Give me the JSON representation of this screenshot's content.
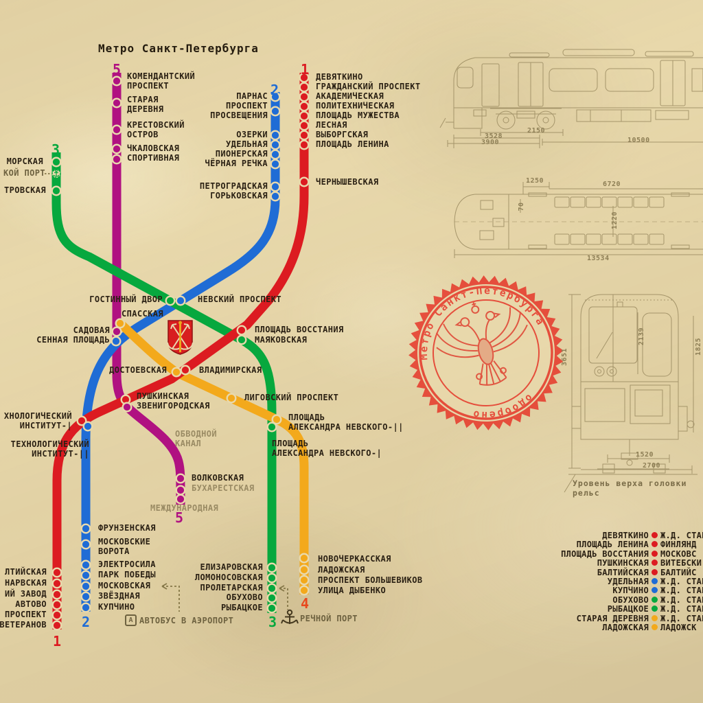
{
  "title": "Метро Санкт-Петербурга",
  "colors": {
    "line1": "#dc1b21",
    "line2": "#1f6cd5",
    "line3": "#07a83e",
    "line4": "#f3a91c",
    "line5": "#b01181",
    "paper": "#e8d8ab",
    "ink": "#2b2114",
    "muted": "#9a8b64",
    "note": "#6e6240",
    "stamp": "#e6392b",
    "blueprint": "#96865c"
  },
  "badges": {
    "top5": "5",
    "top2": "2",
    "top1": "1",
    "top3": "3",
    "bot1": "1",
    "bot2": "2",
    "bot5": "5",
    "bot3": "3",
    "bot4": "4"
  },
  "st": {
    "l5top": [
      "КОМЕНДАНТСКИЙ\nПРОСПЕКТ",
      "СТАРАЯ\nДЕРЕВНЯ",
      "КРЕСТОВСКИЙ\nОСТРОВ",
      "ЧКАЛОВСКАЯ",
      "СПОРТИВНАЯ"
    ],
    "l2top": [
      "ПАРНАС",
      "ПРОСПЕКТ\nПРОСВЕЩЕНИЯ",
      "ОЗЕРКИ",
      "УДЕЛЬНАЯ",
      "ПИОНЕРСКАЯ",
      "ЧЁРНАЯ РЕЧКА",
      "ПЕТРОГРАДСКАЯ",
      "ГОРЬКОВСКАЯ"
    ],
    "l1top": [
      "ДЕВЯТКИНО",
      "ГРАЖДАНСКИЙ ПРОСПЕКТ",
      "АКАДЕМИЧЕСКАЯ",
      "ПОЛИТЕХНИЧЕСКАЯ",
      "ПЛОЩАДЬ МУЖЕСТВА",
      "ЛЕСНАЯ",
      "ВЫБОРГСКАЯ",
      "ПЛОЩАДЬ ЛЕНИНА",
      "ЧЕРНЫШЕВСКАЯ"
    ],
    "l3top": [
      "МОРСКАЯ",
      "КОЙ ПОРТ",
      "ТРОВСКАЯ"
    ],
    "center": {
      "gostiny": "ГОСТИННЫЙ ДВОР",
      "nevsky": "НЕВСКИЙ ПРОСПЕКТ",
      "spasskaya": "СПАССКАЯ",
      "sadovaya": "САДОВАЯ",
      "sennaya": "СЕННАЯ ПЛОЩАДЬ",
      "vosstaniya": "ПЛОЩАДЬ ВОССТАНИЯ",
      "mayakovskaya": "МАЯКОВСКАЯ",
      "dostoevskaya": "ДОСТОЕВСКАЯ",
      "vladimirskaya": "ВЛАДИМИРСКАЯ",
      "pushkinskaya": "ПУШКИНСКАЯ",
      "zvenigorodskaya": "ЗВЕНИГОРОДСКАЯ",
      "ligovsky": "ЛИГОВСКИЙ ПРОСПЕКТ",
      "nevskogo2": "ПЛОЩАДЬ\nАЛЕКСАНДРА НЕВСКОГО-||",
      "nevskogo1": "ПЛОЩАДЬ\nАЛЕКСАНДРА НЕВСКОГО-|",
      "tech1": "ХНОЛОГИЧЕСКИЙ\nИНСТИТУТ-|",
      "tech2": "ТЕХНОЛОГИЧЕСКИЙ\nИНСТИТУТ-||",
      "obvodny": "ОБВОДНОЙ\nКАНАЛ",
      "volkovskaya": "ВОЛКОВСКАЯ",
      "bukharestskaya": "БУХАРЕСТСКАЯ",
      "mezhdunarodnaya": "МЕЖДУНАРОДНАЯ"
    },
    "l2bot": [
      "ФРУНЗЕНСКАЯ",
      "МОСКОВСКИЕ\nВОРОТА",
      "ЭЛЕКТРОСИЛА",
      "ПАРК ПОБЕДЫ",
      "МОСКОВСКАЯ",
      "ЗВЁЗДНАЯ",
      "КУПЧИНО"
    ],
    "l1bot": [
      "ЛТИЙСКАЯ",
      "НАРВСКАЯ",
      "ИЙ ЗАВОД",
      "АВТОВО",
      "ПРОСПЕКТ",
      "ВЕТЕРАНОВ"
    ],
    "l3bot": [
      "ЕЛИЗАРОВСКАЯ",
      "ЛОМОНОСОВСКАЯ",
      "ПРОЛЕТАРСКАЯ",
      "ОБУХОВО",
      "РЫБАЦКОЕ"
    ],
    "l4bot": [
      "НОВОЧЕРКАССКАЯ",
      "ЛАДОЖСКАЯ",
      "ПРОСПЕКТ БОЛЬШЕВИКОВ",
      "УЛИЦА ДЫБЕНКО"
    ]
  },
  "notes": {
    "bus_icon": "А",
    "bus": "АВТОБУС В АЭРОПОРТ",
    "river_port": "РЕЧНОЙ ПОРТ"
  },
  "stamp": {
    "arc_text": "Метро Санкт-Петербурга",
    "bottom_text": "одобрено"
  },
  "blueprint": {
    "side": {
      "d_2150": "2150",
      "d_3528": "3528",
      "d_3900": "3900",
      "d_10500": "10500"
    },
    "plan": {
      "d_1250": "1250",
      "d_6720": "6720",
      "d_70": "70",
      "d_1220": "1220",
      "d_13534": "13534"
    },
    "front": {
      "d_3651": "3651",
      "d_2139": "2139",
      "d_1825": "1825",
      "d_1520": "1520",
      "d_2700": "2700",
      "caption": "Уровень верха головки рельс"
    }
  },
  "rail_legend": [
    {
      "station": "ДЕВЯТКИНО",
      "connection": "Ж.Д. СТАН"
    },
    {
      "station": "ПЛОЩАДЬ ЛЕНИНА",
      "connection": "ФИНЛЯНД"
    },
    {
      "station": "ПЛОЩАДЬ ВОССТАНИЯ",
      "connection": "МОСКОВС"
    },
    {
      "station": "ПУШКИНСКАЯ",
      "connection": "ВИТЕБСКИ"
    },
    {
      "station": "БАЛТИЙСКАЯ",
      "connection": "БАЛТИЙС"
    },
    {
      "station": "УДЕЛЬНАЯ",
      "connection": "Ж.Д. СТАН"
    },
    {
      "station": "КУПЧИНО",
      "connection": "Ж.Д. СТАН"
    },
    {
      "station": "ОБУХОВО",
      "connection": "Ж.Д. СТАН"
    },
    {
      "station": "РЫБАЦКОЕ",
      "connection": "Ж.Д. СТАН"
    },
    {
      "station": "СТАРАЯ ДЕРЕВНЯ",
      "connection": "Ж.Д. СТАН"
    },
    {
      "station": "ЛАДОЖСКАЯ",
      "connection": "ЛАДОЖСК"
    }
  ]
}
